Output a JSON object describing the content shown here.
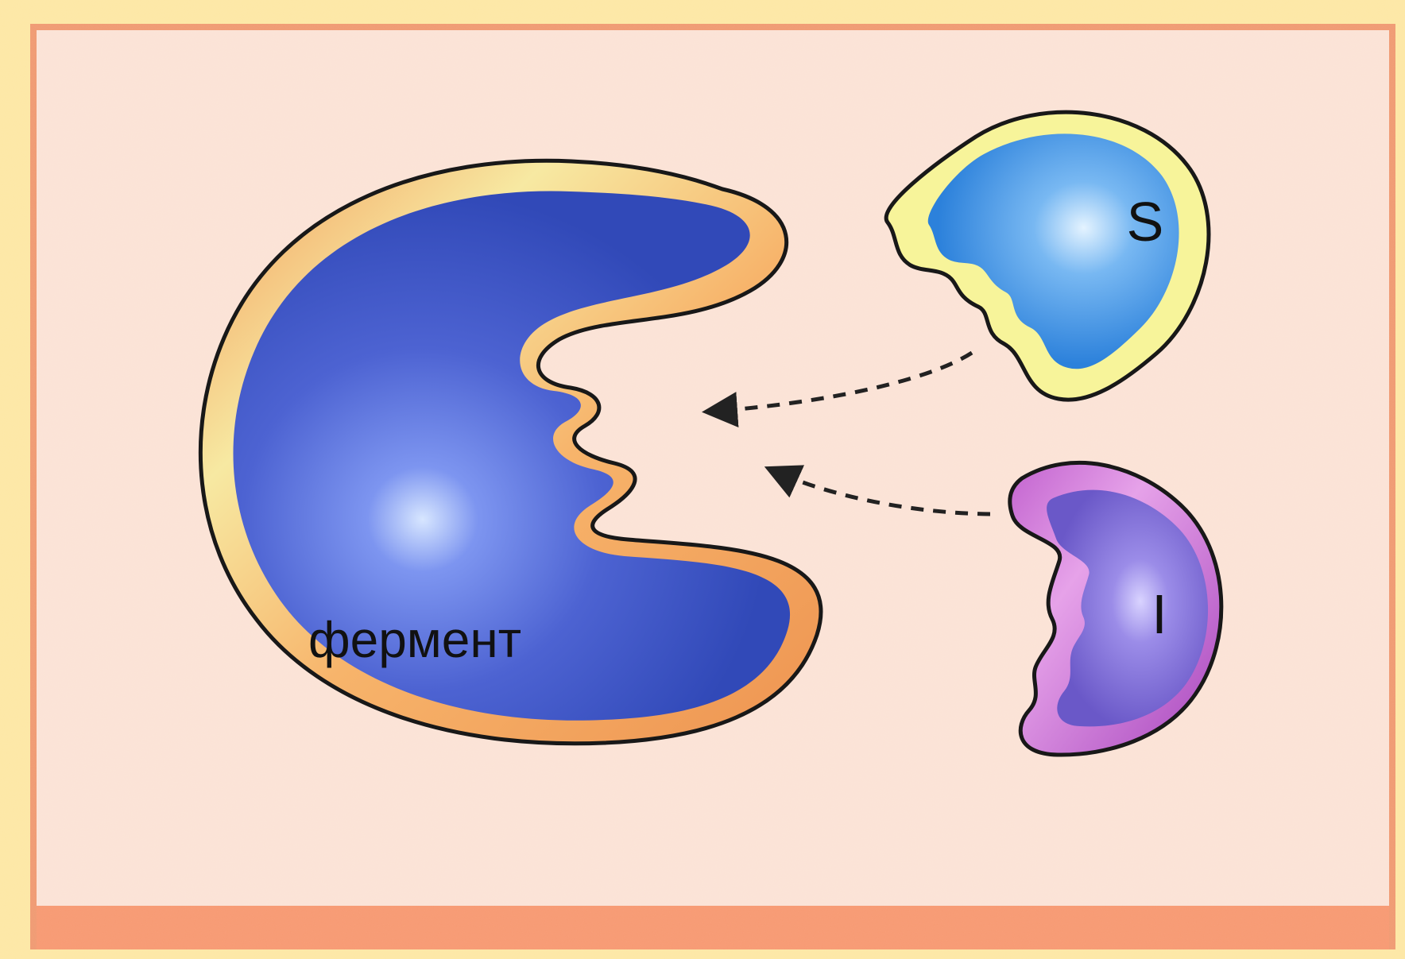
{
  "labels": {
    "enzyme": "фермент",
    "substrate": "S",
    "inhibitor": "I"
  },
  "colors": {
    "outer_background": "#fde8a6",
    "panel_border": "#f08a5d",
    "panel_fill": "#fbe4d8",
    "enzyme_shell": "#f2a25c",
    "enzyme_body": "#4b5fcf",
    "substrate_shell": "#f7f49a",
    "substrate_body": "#3a8fe0",
    "inhibitor_shell": "#b24fc0",
    "inhibitor_body": "#8a72d9",
    "arrow": "#222222"
  },
  "icons": {
    "enzyme": "enzyme-shape",
    "substrate": "substrate-shape",
    "inhibitor": "inhibitor-shape",
    "arrow": "dashed-arrow"
  }
}
